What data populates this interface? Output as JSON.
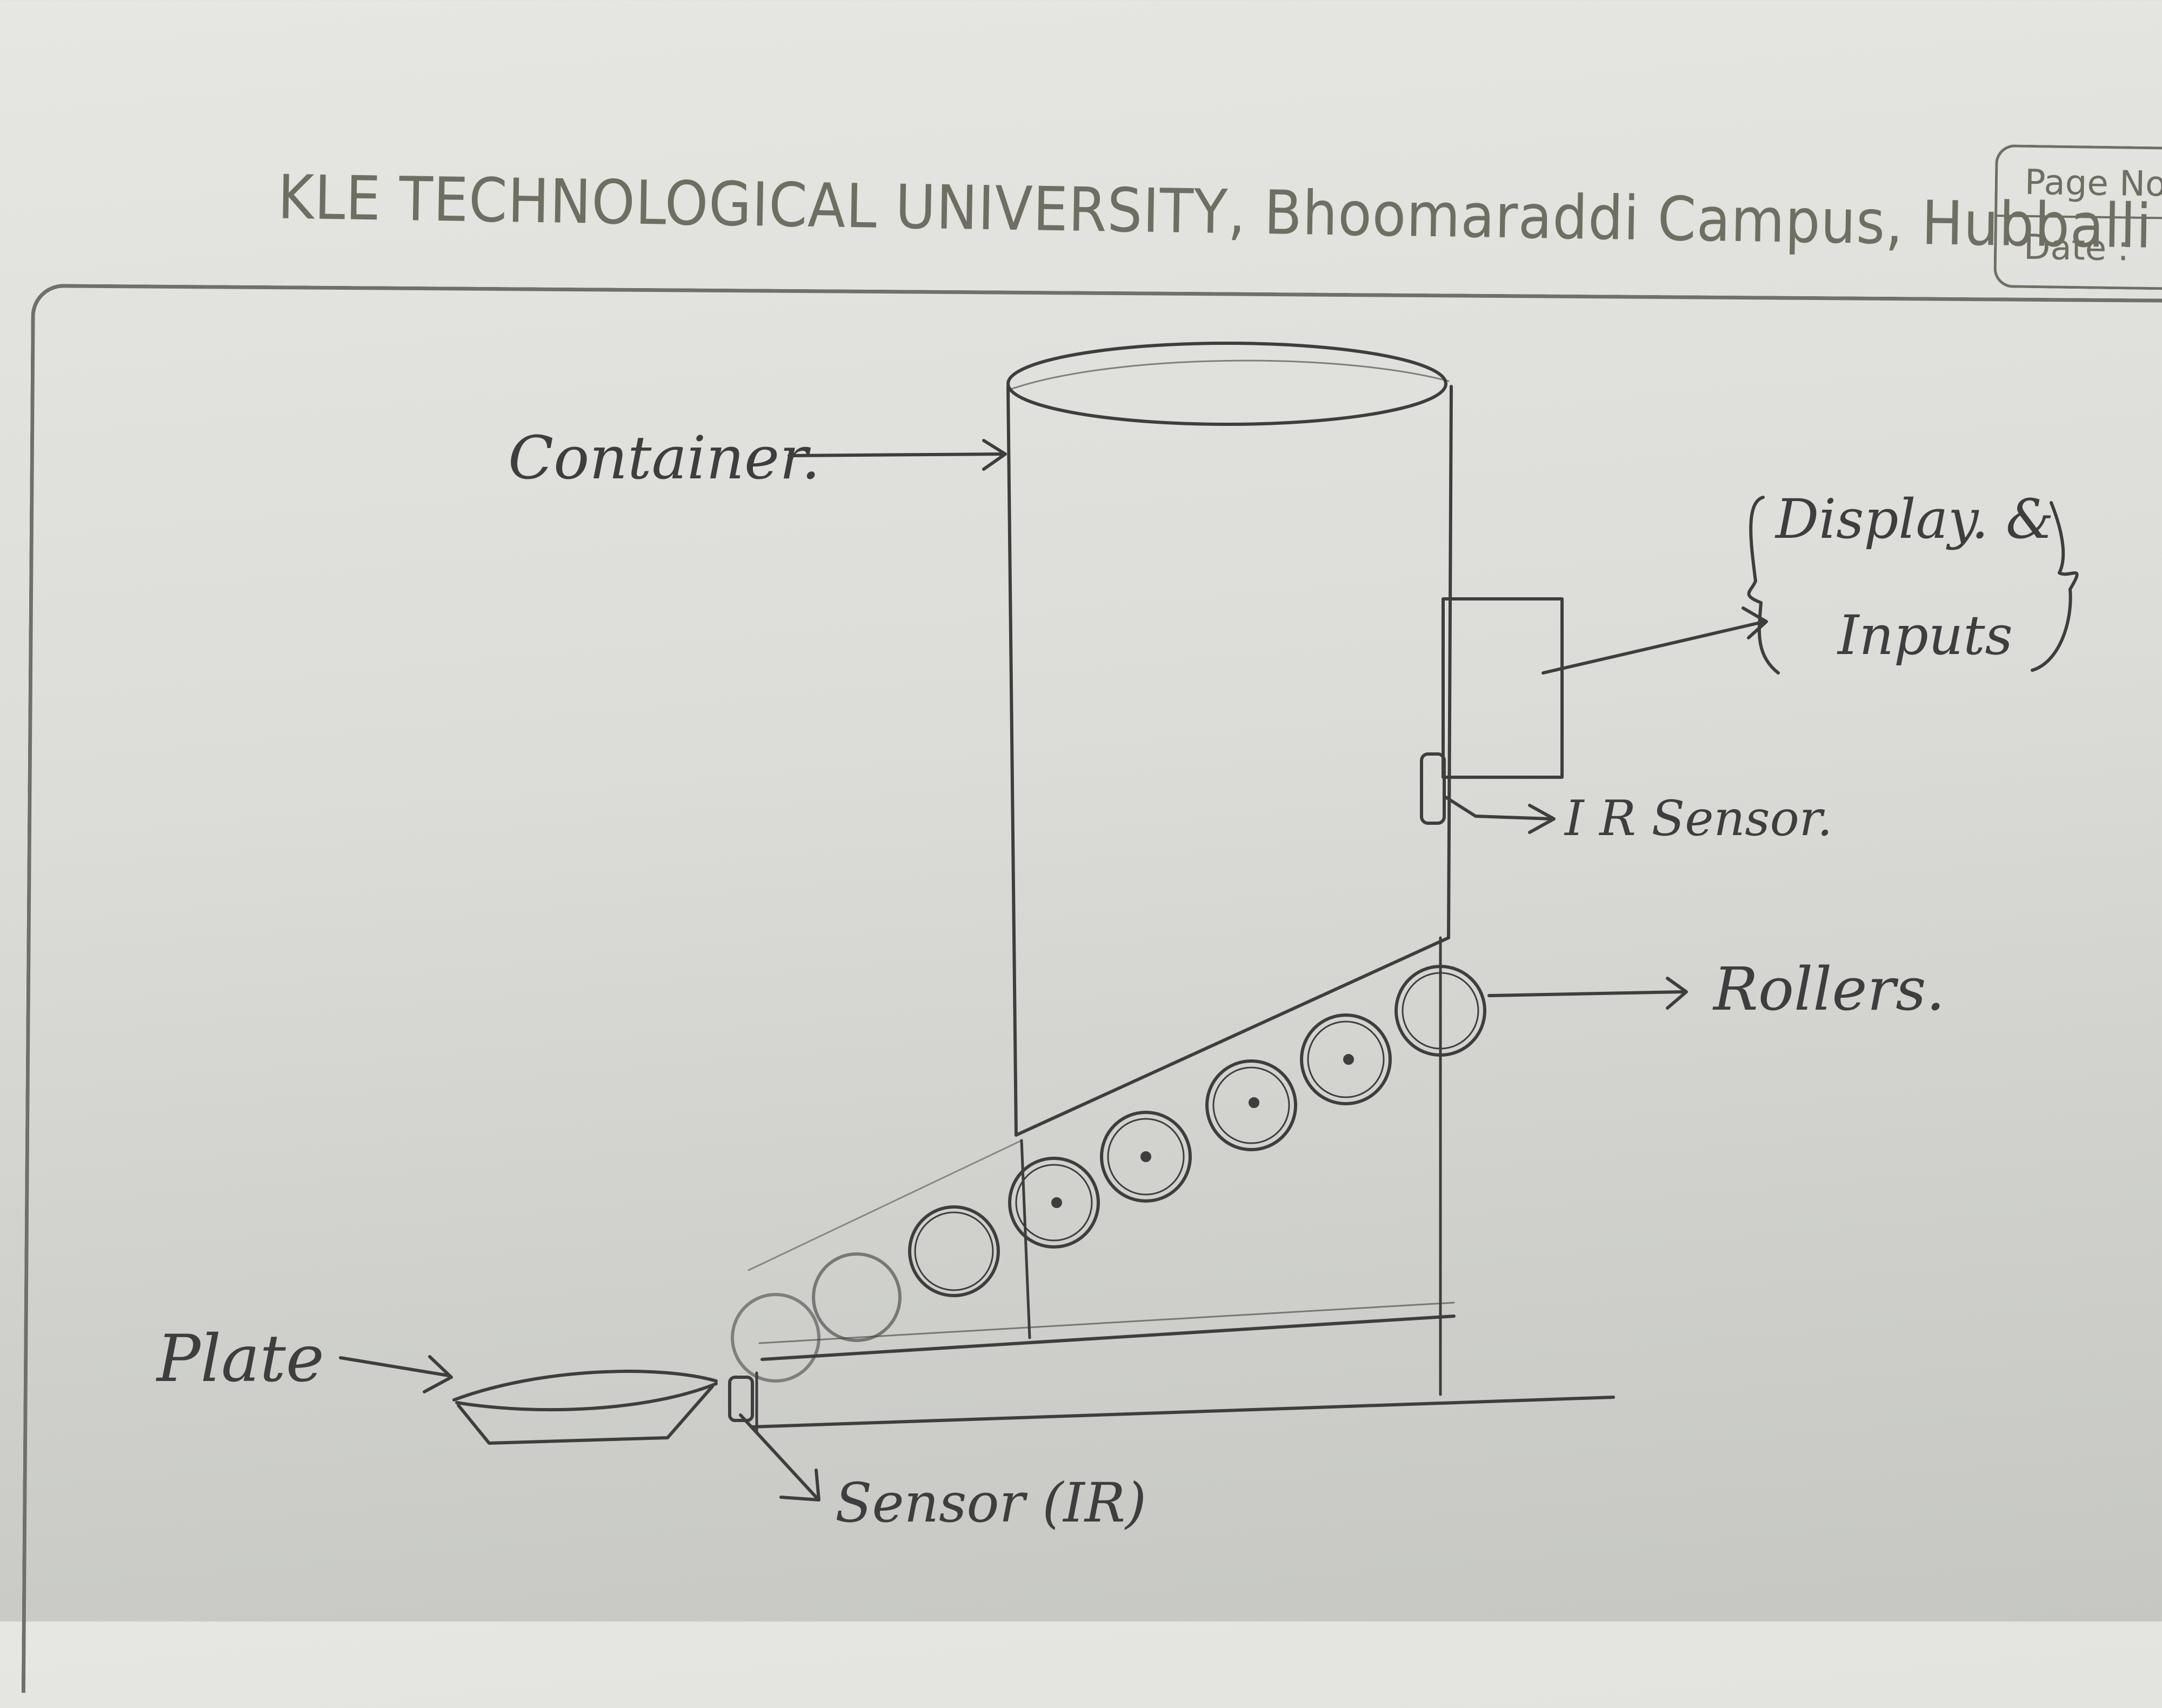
{
  "header": {
    "title": "KLE TECHNOLOGICAL UNIVERSITY, Bhoomaraddi Campus, Hubballi",
    "page_no_label": "Page No.",
    "date_label": "Date :"
  },
  "labels": {
    "container": "Container.",
    "display_line1": "Display. &",
    "display_line2": "Inputs",
    "ir_sensor": "I R Sensor.",
    "rollers": "Rollers.",
    "plate": "Plate",
    "bottom_sensor": "Sensor (IR)"
  },
  "colors": {
    "paper": "#dcdcd8",
    "print_ink": "#6e6e62",
    "pencil": "#3e3e3e"
  }
}
